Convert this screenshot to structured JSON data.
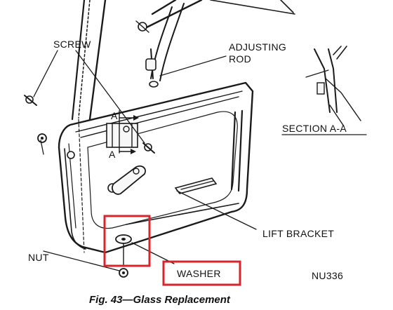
{
  "labels": {
    "screw": "SCREW",
    "adjusting_rod_line1": "ADJUSTING",
    "adjusting_rod_line2": "ROD",
    "section": "SECTION A-A",
    "lift_bracket": "LIFT BRACKET",
    "nut": "NUT",
    "washer": "WASHER",
    "ref_code": "NU336",
    "section_marker_a": "A"
  },
  "caption": "Fig. 43—Glass Replacement",
  "colors": {
    "highlight": "#d6262b",
    "ink": "#1a1a1a"
  },
  "highlighted_items": [
    "washer-location-box",
    "washer-label-box"
  ]
}
